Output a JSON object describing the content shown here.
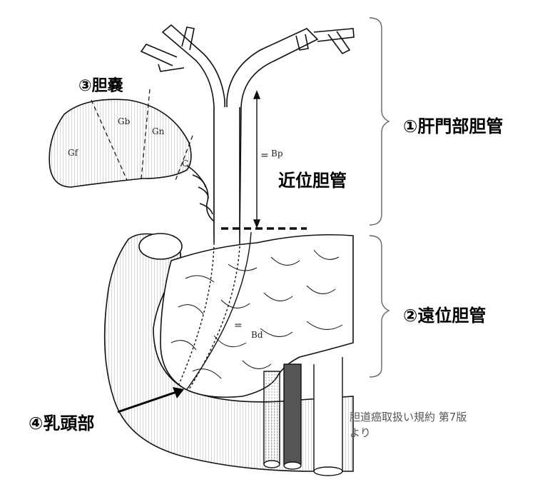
{
  "labels": {
    "gallbladder": "③胆嚢",
    "hilar_duct": "①肝門部胆管",
    "proximal_duct": "近位胆管",
    "distal_duct": "②遠位胆管",
    "papilla": "④乳頭部"
  },
  "anatomy_marks": {
    "gf": "Gf",
    "gb": "Gb",
    "gn": "Gn",
    "c": "C",
    "bp": "Bp",
    "bd": "Bd",
    "double_bar": "="
  },
  "source": {
    "line1": "胆道癌取扱い規約 第7版",
    "line2": "より"
  }
}
